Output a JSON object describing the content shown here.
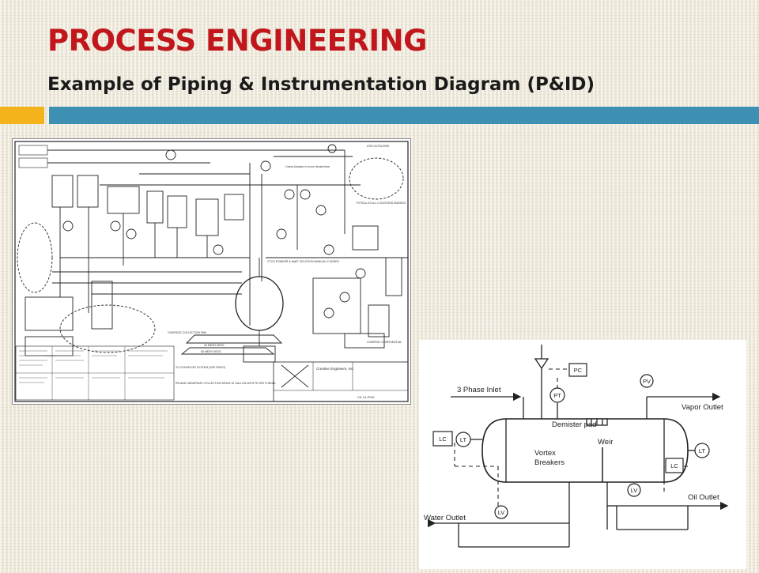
{
  "slide": {
    "title": "PROCESS ENGINEERING",
    "subtitle": "Example of Piping & Instrumentation Diagram (P&ID)"
  },
  "accent_colors": {
    "title": "#c0161c",
    "bar_orange": "#f4b21b",
    "bar_blue": "#3d90b2"
  },
  "pid_drawing": {
    "annotations": {
      "linear_actuator": "Linear Actuator to move decant tube",
      "typical": "TYPICAL AT ALL LOCATIONS MARKED",
      "ctc_powder": "CTCN POWDER & NaBT SOLUTION MANUALLY ADDED",
      "oversize": "OVERSIZE COLLECTION PAN",
      "mesh_40": "40 MESH DECK",
      "mesh_80": "80 MESH DECK",
      "to_conveyor": "TO CONVEYOR SYSTEM (SEE RIGHT)",
      "ipa_undersize": "IPA AND UNDERSIZE COLLECTION DRUM 15 GALLON WITH FILTER FUNNEL",
      "company_confidential": "COMPANY CONFIDENTIAL",
      "atm_outdoors": "ATM OUTDOORS"
    },
    "title_block": {
      "company": "Creative Engineers, Inc.",
      "drawing_number": "CE-14-P001"
    }
  },
  "separator_diagram": {
    "labels": {
      "three_phase_inlet": "3 Phase Inlet",
      "demister_pad": "Demister pad",
      "weir": "Weir",
      "vortex": "Vortex",
      "breakers": "Breakers",
      "vapor_outlet": "Vapor Outlet",
      "oil_outlet": "Oil Outlet",
      "water_outlet": "Water Outlet"
    },
    "instruments": {
      "pc": "PC",
      "pt": "PT",
      "pv": "PV",
      "lc_left": "LC",
      "lt_left": "LT",
      "lt_right": "LT",
      "lc_right": "LC",
      "lv_right": "LV",
      "lv_left": "LV"
    }
  }
}
